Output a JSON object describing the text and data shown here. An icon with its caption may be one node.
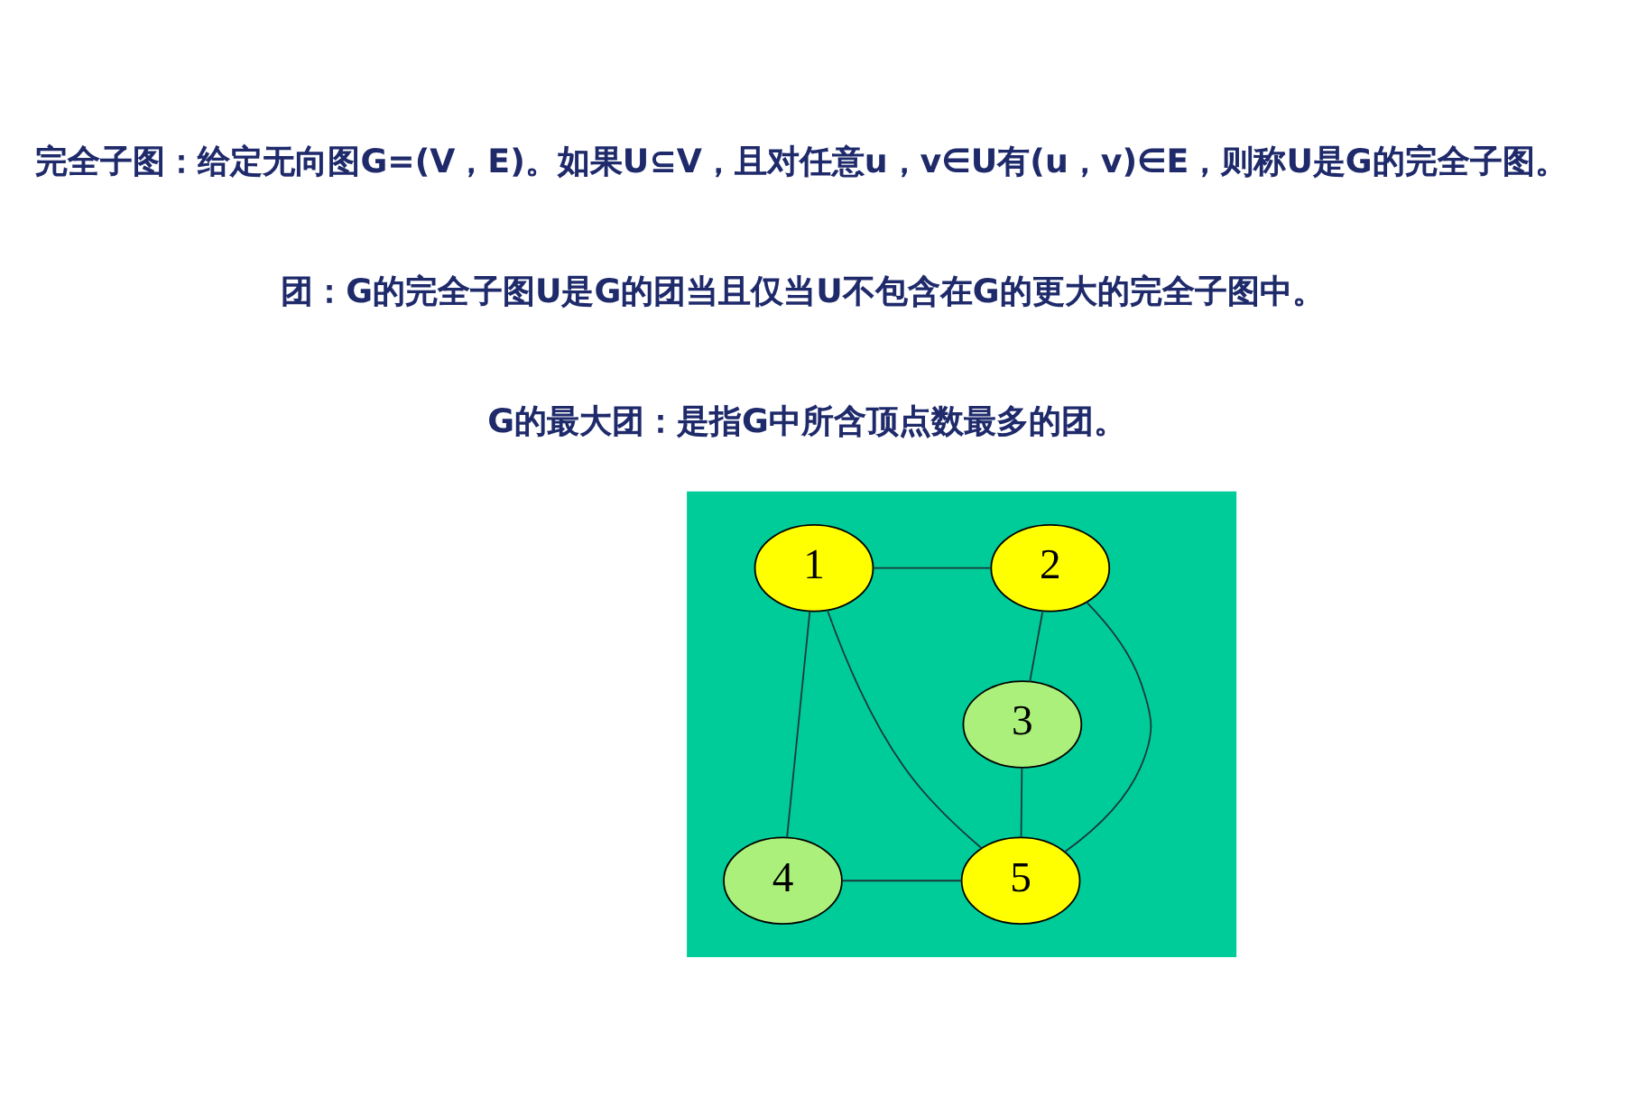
{
  "diagram": {
    "nodes": [
      {
        "text": [],
        "shape": "box"
      },
      {
        "text": [
          "1"
        ],
        "in": 0
      },
      {
        "text": [
          "2"
        ],
        "in": 0
      },
      {
        "text": [
          "3"
        ],
        "in": 0
      },
      {
        "text": [
          "4"
        ],
        "in": 0
      },
      {
        "text": [
          "5"
        ],
        "in": 0
      }
    ],
    "edges": [
      {
        "from": 1,
        "to": 2,
        "arrow": "none"
      },
      {
        "from": 1,
        "to": 4,
        "arrow": "none"
      },
      {
        "from": 1,
        "to": 5,
        "arrow": "none"
      },
      {
        "from": 2,
        "to": 5,
        "arrow": "none"
      },
      {
        "from": 2,
        "to": 3,
        "arrow": "none"
      },
      {
        "from": 4,
        "to": 5,
        "arrow": "none"
      },
      {
        "from": 5,
        "to": 3,
        "arrow": "none"
      }
    ],
    "labels": [
      "完全子图：给定无向图G=(V，E)。如果U⊆V，且对任意u，v∈U有(u，v)∈E，则称U是G的完全子图。",
      "团：G的完全子图U是G的团当且仅当U不包含在G的更大的完全子图中。",
      "G的最大团：是指G中所含顶点数最多的团。"
    ]
  }
}
